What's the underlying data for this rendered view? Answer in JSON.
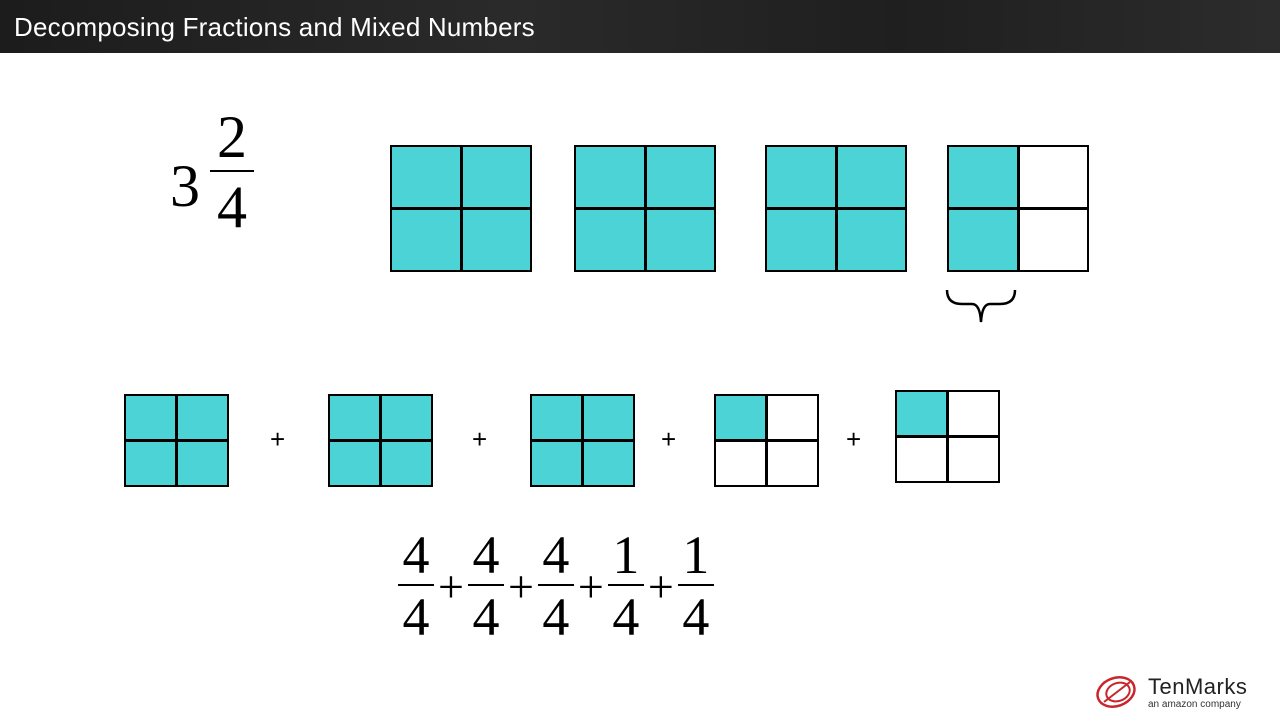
{
  "header": {
    "title": "Decomposing Fractions and Mixed Numbers"
  },
  "mixed_number": {
    "whole": "3",
    "numerator": "2",
    "denominator": "4"
  },
  "top_models": [
    {
      "shaded": [
        true,
        true,
        true,
        true
      ]
    },
    {
      "shaded": [
        true,
        true,
        true,
        true
      ]
    },
    {
      "shaded": [
        true,
        true,
        true,
        true
      ]
    },
    {
      "shaded": [
        true,
        false,
        true,
        false
      ]
    }
  ],
  "bottom_models": [
    {
      "shaded": [
        true,
        true,
        true,
        true
      ]
    },
    {
      "shaded": [
        true,
        true,
        true,
        true
      ]
    },
    {
      "shaded": [
        true,
        true,
        true,
        true
      ]
    },
    {
      "shaded": [
        true,
        false,
        false,
        false
      ]
    },
    {
      "shaded": [
        true,
        false,
        false,
        false
      ]
    }
  ],
  "plus_sign": "+",
  "equation": {
    "terms": [
      {
        "num": "4",
        "den": "4"
      },
      {
        "num": "4",
        "den": "4"
      },
      {
        "num": "4",
        "den": "4"
      },
      {
        "num": "1",
        "den": "4"
      },
      {
        "num": "1",
        "den": "4"
      }
    ],
    "operator": "+"
  },
  "logo": {
    "name": "TenMarks",
    "tagline": "an amazon company"
  },
  "colors": {
    "shaded": "#4bd3d6",
    "unshaded": "#ffffff",
    "outline": "#000000"
  }
}
